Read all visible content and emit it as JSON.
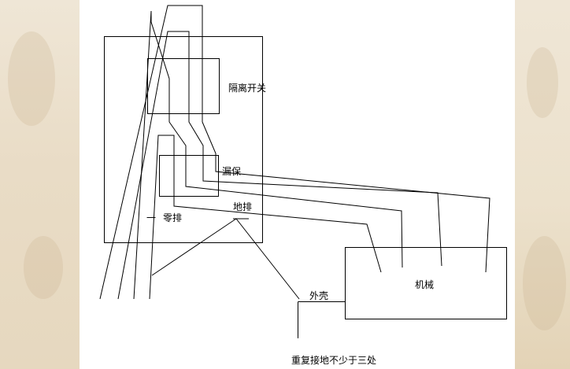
{
  "labels": {
    "isolating_switch": "隔离开关",
    "leakage_protector": "漏保",
    "neutral_bar_dash": "一",
    "neutral_bar": "零排",
    "ground_bar": "地排",
    "machine": "机械",
    "enclosure": "外壳",
    "caption": "重复接地不少于三处"
  },
  "colors": {
    "line": "#000000",
    "page_background": "#ffffff",
    "side_panel": "#e9dcc6"
  }
}
